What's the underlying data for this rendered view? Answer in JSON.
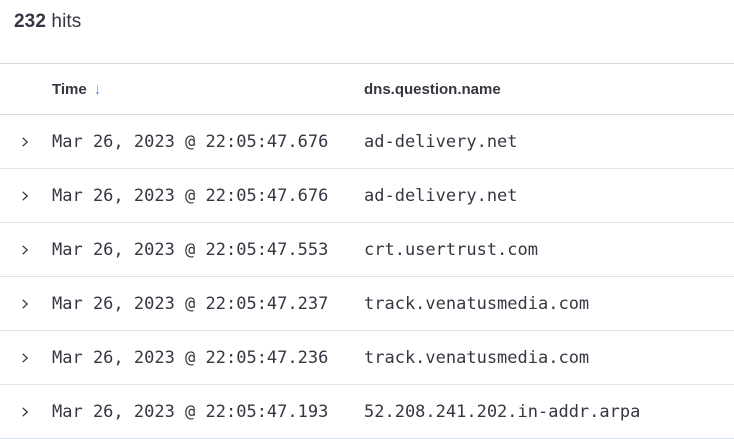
{
  "header": {
    "hits_count": "232",
    "hits_label": "hits"
  },
  "table": {
    "columns": {
      "time": "Time",
      "name": "dns.question.name"
    },
    "sort": {
      "column": "Time",
      "direction": "descending",
      "glyph": "↓"
    },
    "rows": [
      {
        "time": "Mar 26, 2023 @ 22:05:47.676",
        "name": "ad-delivery.net"
      },
      {
        "time": "Mar 26, 2023 @ 22:05:47.676",
        "name": "ad-delivery.net"
      },
      {
        "time": "Mar 26, 2023 @ 22:05:47.553",
        "name": "crt.usertrust.com"
      },
      {
        "time": "Mar 26, 2023 @ 22:05:47.237",
        "name": "track.venatusmedia.com"
      },
      {
        "time": "Mar 26, 2023 @ 22:05:47.236",
        "name": "track.venatusmedia.com"
      },
      {
        "time": "Mar 26, 2023 @ 22:05:47.193",
        "name": "52.208.241.202.in-addr.arpa"
      }
    ]
  },
  "icons": {
    "row_expand": "chevron-right-icon",
    "sort": "arrow-down-icon"
  },
  "colors": {
    "text": "#343741",
    "sort_arrow": "#4a8ee8",
    "header_divider": "#d3dae6",
    "row_divider": "#dce3ee",
    "background": "#ffffff"
  }
}
